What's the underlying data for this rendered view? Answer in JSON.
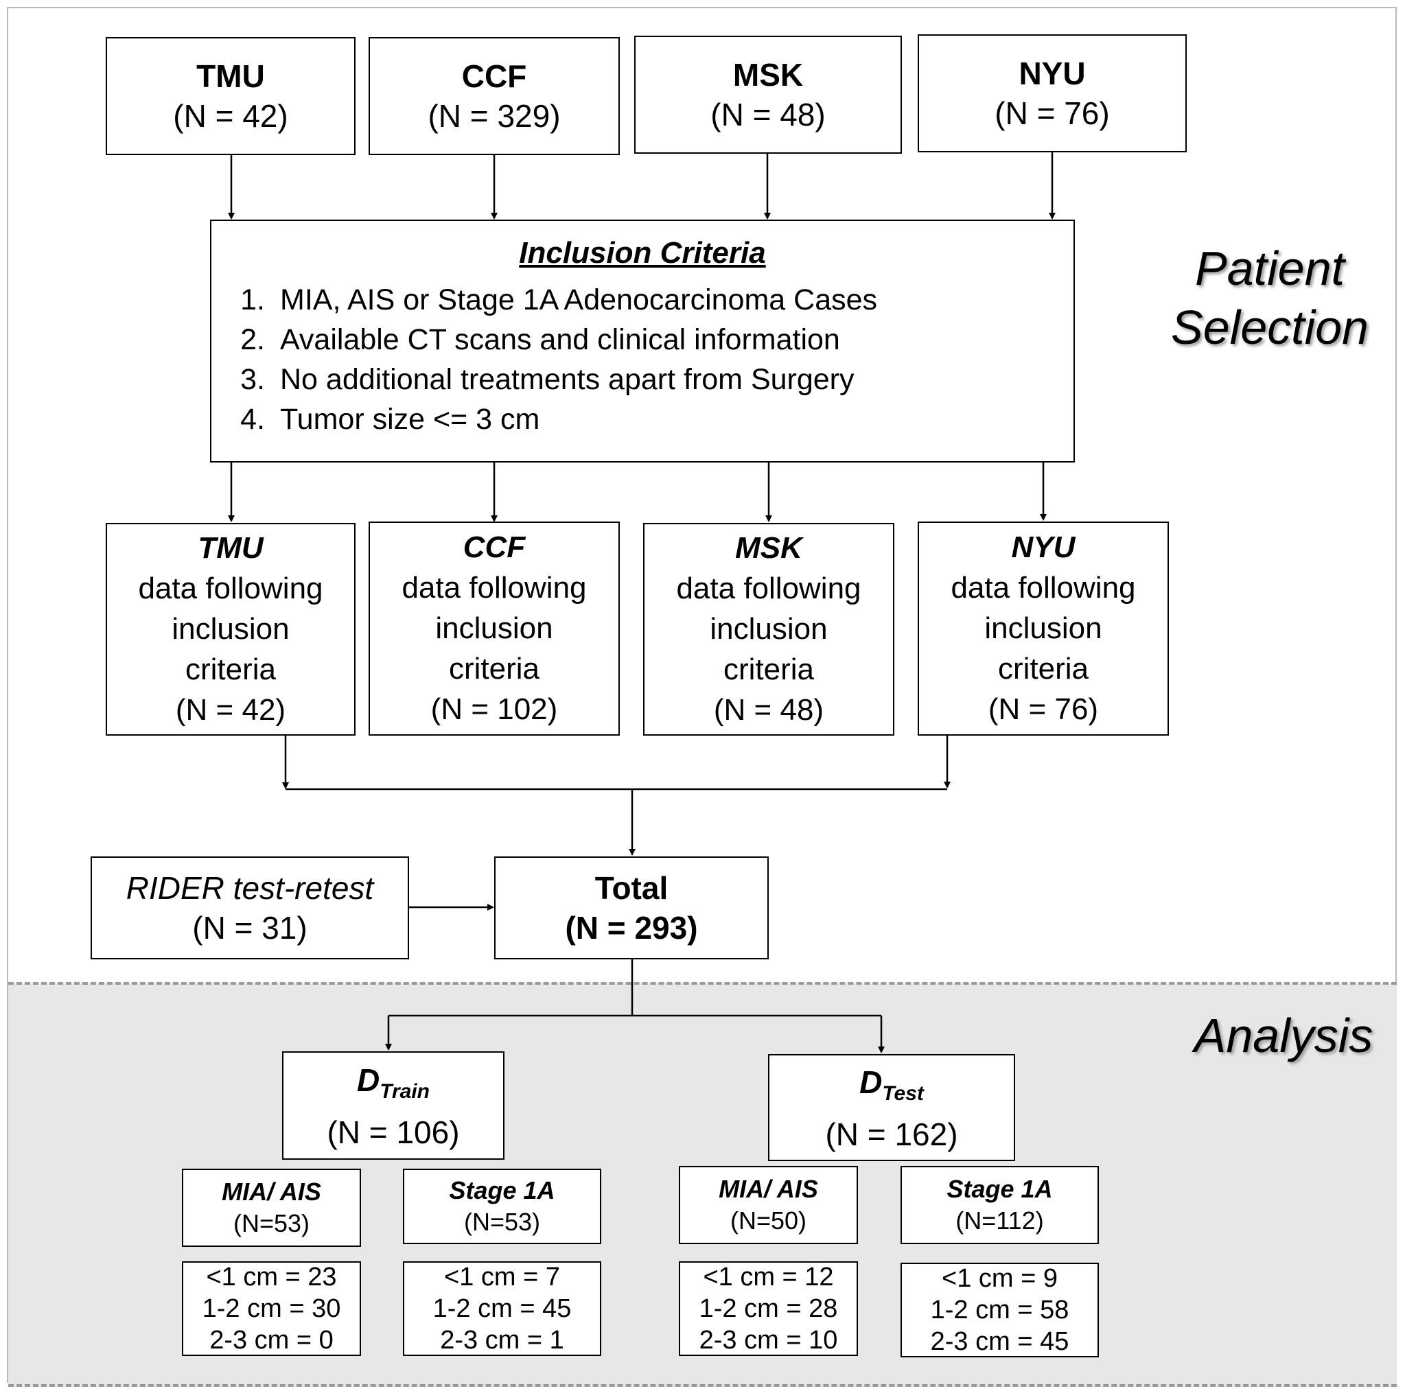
{
  "sources": [
    {
      "site": "TMU",
      "n": "(N = 42)"
    },
    {
      "site": "CCF",
      "n": "(N = 329)"
    },
    {
      "site": "MSK",
      "n": "(N = 48)"
    },
    {
      "site": "NYU",
      "n": "(N = 76)"
    }
  ],
  "criteria": {
    "title": "Inclusion Criteria",
    "items": [
      {
        "num": "1.",
        "text": "MIA, AIS or Stage 1A Adenocarcinoma  Cases"
      },
      {
        "num": "2.",
        "text": "Available CT scans and clinical information"
      },
      {
        "num": "3.",
        "text": "No additional treatments apart from Surgery"
      },
      {
        "num": "4.",
        "text": "Tumor  size <= 3 cm"
      }
    ]
  },
  "labels": {
    "patient_selection_1": "Patient",
    "patient_selection_2": "Selection",
    "analysis": "Analysis"
  },
  "filtered": {
    "line1": "data following",
    "line2": "inclusion",
    "line3": "criteria",
    "items": [
      {
        "site": "TMU",
        "n": "(N = 42)"
      },
      {
        "site": "CCF",
        "n": "(N = 102)"
      },
      {
        "site": "MSK",
        "n": "(N = 48)"
      },
      {
        "site": "NYU",
        "n": "(N = 76)"
      }
    ]
  },
  "rider": {
    "title": "RIDER test-retest",
    "n": "(N = 31)"
  },
  "total": {
    "title": "Total",
    "n": "(N = 293)"
  },
  "train": {
    "d": "D",
    "sub": "Train",
    "n": "(N = 106)",
    "groups": [
      {
        "title": "MIA/ AIS",
        "n": "(N=53)",
        "sizes": [
          "<1 cm = 23",
          "1-2 cm = 30",
          "2-3 cm = 0"
        ]
      },
      {
        "title": "Stage  1A",
        "n": "(N=53)",
        "sizes": [
          "<1 cm = 7",
          "1-2 cm = 45",
          "2-3 cm = 1"
        ]
      }
    ]
  },
  "test": {
    "d": "D",
    "sub": "Test",
    "n": "(N = 162)",
    "groups": [
      {
        "title": "MIA/ AIS",
        "n": "(N=50)",
        "sizes": [
          "<1 cm = 12",
          "1-2 cm = 28",
          "2-3 cm = 10"
        ]
      },
      {
        "title": "Stage  1A",
        "n": "(N=112)",
        "sizes": [
          "<1 cm = 9",
          "1-2 cm = 58",
          "2-3 cm = 45"
        ]
      }
    ]
  }
}
